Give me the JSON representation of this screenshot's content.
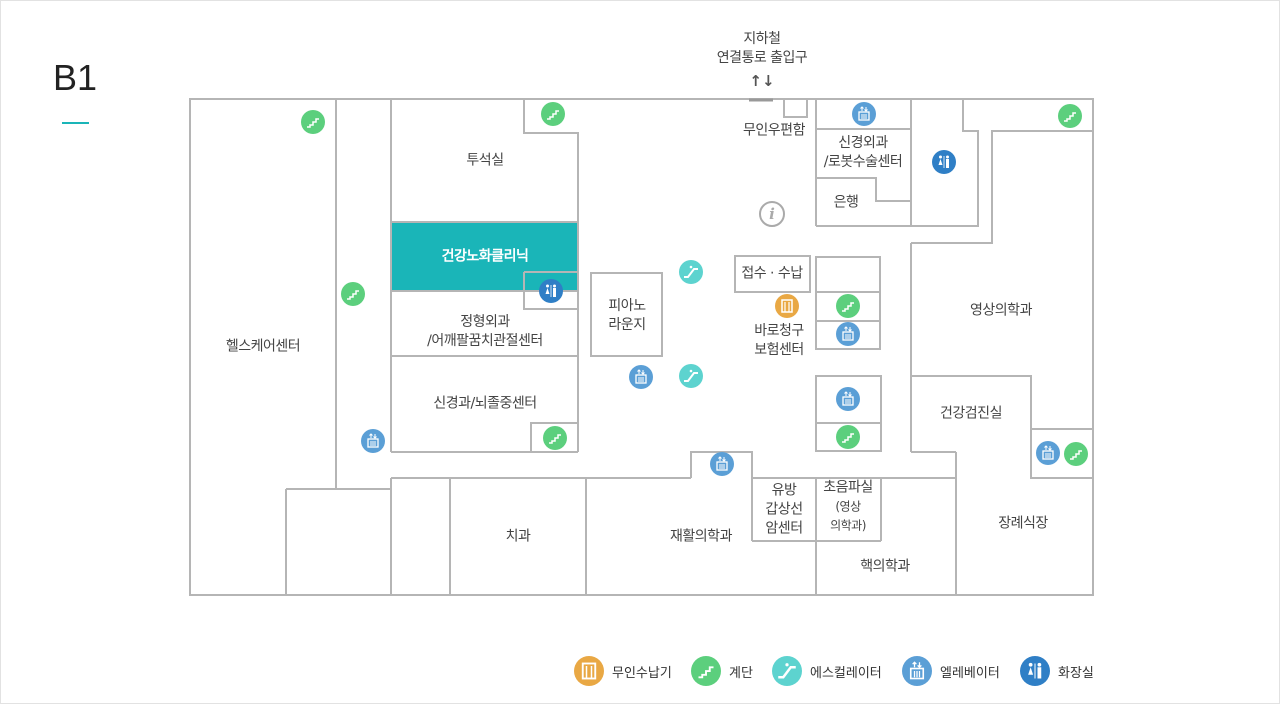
{
  "floor": "B1",
  "entrance": {
    "label_line1": "지하철",
    "label_line2": "연결통로 출입구",
    "arrows": "↑↓"
  },
  "rooms": {
    "healthcare": "헬스케어센터",
    "dialysis": "투석실",
    "aging_clinic": "건강노화클리닉",
    "orthopedics_1": "정형외과",
    "orthopedics_2": "/어깨팔꿈치관절센터",
    "neurology": "신경과/뇌졸중센터",
    "piano_1": "피아노",
    "piano_2": "라운지",
    "mailbox": "무인우편함",
    "neurosurgery_1": "신경외과",
    "neurosurgery_2": "/로봇수술센터",
    "bank": "은행",
    "reception": "접수 · 수납",
    "insurance_1": "바로청구",
    "insurance_2": "보험센터",
    "radiology": "영상의학과",
    "checkup": "건강검진실",
    "funeral": "장례식장",
    "dental": "치과",
    "rehab": "재활의학과",
    "breast_1": "유방",
    "breast_2": "갑상선",
    "breast_3": "암센터",
    "ultrasound_1": "초음파실",
    "ultrasound_2": "(영상",
    "ultrasound_3": "의학과)",
    "nuclear": "핵의학과"
  },
  "legend": [
    {
      "icon": "kiosk",
      "label": "무인수납기",
      "color": "#e9a844"
    },
    {
      "icon": "stairs",
      "label": "계단",
      "color": "#5ccf7d"
    },
    {
      "icon": "escalator",
      "label": "에스컬레이터",
      "color": "#5dd3cf"
    },
    {
      "icon": "elevator",
      "label": "엘레베이터",
      "color": "#5b9fd6"
    },
    {
      "icon": "restroom",
      "label": "화장실",
      "color": "#2f7fc6"
    }
  ],
  "colors": {
    "accent": "#1ab5b8",
    "wall": "#b5b5b5"
  },
  "info_glyph": "i"
}
